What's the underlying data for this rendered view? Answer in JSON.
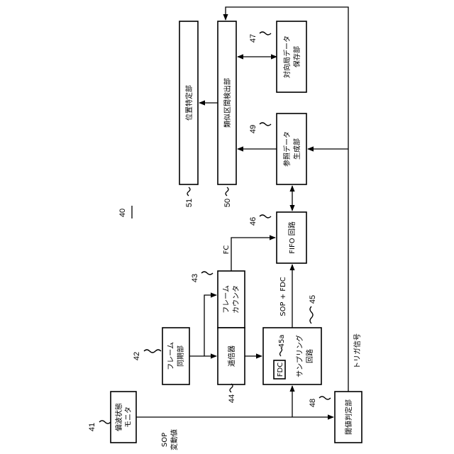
{
  "figure_ref": "40",
  "blocks": {
    "polarization_monitor": {
      "label_line1": "偏波状態",
      "label_line2": "モニタ",
      "ref": "41"
    },
    "frame_sync": {
      "label_line1": "フレーム",
      "label_line2": "同期部",
      "ref": "42"
    },
    "frame_counter": {
      "label_line1": "フレーム",
      "label_line2": "カウンタ",
      "ref": "43"
    },
    "multiplier": {
      "label": "逓倍器",
      "ref": "44"
    },
    "sampling_circuit": {
      "label_line1": "サンプリング",
      "label_line2": "回路",
      "ref": "45",
      "fdc_label": "FDC",
      "fdc_ref": "45a"
    },
    "fifo_circuit": {
      "label": "FIFO 回路",
      "ref": "46"
    },
    "opposite_data_store": {
      "label_line1": "対向局データ",
      "label_line2": "保存部",
      "ref": "47"
    },
    "threshold_judge": {
      "label": "閾値判定部",
      "ref": "48"
    },
    "reference_data_gen": {
      "label_line1": "参照データ",
      "label_line2": "生成部",
      "ref": "49"
    },
    "similar_section_detector": {
      "label": "類似区間検出部",
      "ref": "50"
    },
    "position_identifier": {
      "label": "位置特定部",
      "ref": "51"
    }
  },
  "signals": {
    "sop_line1": "SOP",
    "sop_line2": "変動値",
    "sop_fdc": "SOP + FDC",
    "fc": "FC",
    "trigger": "トリガ信号"
  }
}
